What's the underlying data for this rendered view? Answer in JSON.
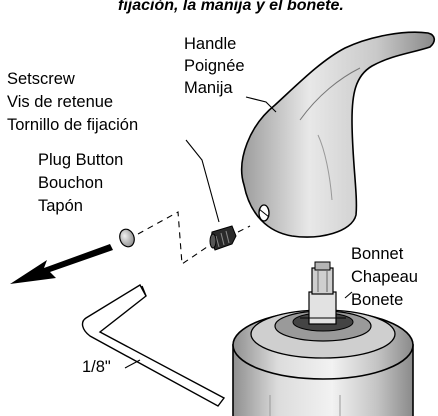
{
  "header": {
    "text": "fijación, la manija y el bonete."
  },
  "labels": {
    "handle": [
      "Handle",
      "Poignée",
      "Manija"
    ],
    "setscrew": [
      "Setscrew",
      "Vis de retenue",
      "Tornillo de fijación"
    ],
    "plug": [
      "Plug Button",
      "Bouchon",
      "Tapón"
    ],
    "bonnet": [
      "Bonnet",
      "Chapeau",
      "Bonete"
    ],
    "wrench": "1/8\""
  },
  "colors": {
    "part_fill": "#d8d8d8",
    "part_shade": "#b0b0b0",
    "line": "#000000"
  }
}
